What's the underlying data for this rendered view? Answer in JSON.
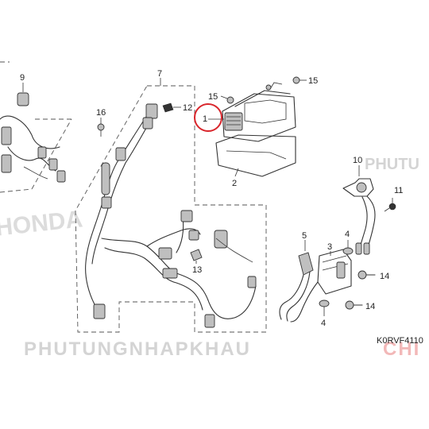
{
  "diagram": {
    "diagram_code": "K0RVF4110",
    "watermark_main": "PHUTUNGNHAPKHAU",
    "watermark_suffix": "CHI",
    "watermark_side": "PHUTU",
    "brand_watermark": "HONDA",
    "highlight_color": "#d9262c",
    "watermark_color": "#d4d4d4",
    "callouts": [
      {
        "id": "c1",
        "label": "1"
      },
      {
        "id": "c2",
        "label": "2"
      },
      {
        "id": "c3",
        "label": "3"
      },
      {
        "id": "c4a",
        "label": "4"
      },
      {
        "id": "c4b",
        "label": "4"
      },
      {
        "id": "c5",
        "label": "5"
      },
      {
        "id": "c7",
        "label": "7"
      },
      {
        "id": "c9",
        "label": "9"
      },
      {
        "id": "c10",
        "label": "10"
      },
      {
        "id": "c11",
        "label": "11"
      },
      {
        "id": "c12",
        "label": "12"
      },
      {
        "id": "c13",
        "label": "13"
      },
      {
        "id": "c14a",
        "label": "14"
      },
      {
        "id": "c14b",
        "label": "14"
      },
      {
        "id": "c15a",
        "label": "15"
      },
      {
        "id": "c15b",
        "label": "15"
      },
      {
        "id": "c16",
        "label": "16"
      }
    ],
    "highlighted_callout": "1"
  }
}
